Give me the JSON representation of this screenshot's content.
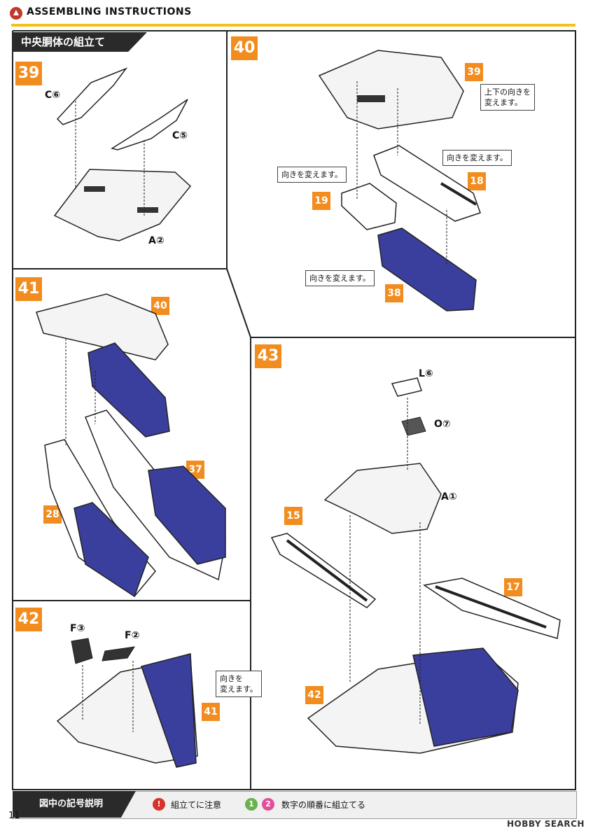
{
  "header": {
    "title": "ASSEMBLING INSTRUCTIONS"
  },
  "section_title": "中央胴体の組立て",
  "steps": {
    "s39": {
      "number": "39",
      "parts": {
        "c6": "C⑥",
        "c5": "C⑤",
        "a2": "A②"
      }
    },
    "s40": {
      "number": "40",
      "ref39": "39",
      "note_top": "上下の向きを\n変えます。",
      "note18": "向きを変えます。",
      "note19": "向きを変えます。",
      "note38": "向きを変えます。",
      "p18": "18",
      "p19": "19",
      "p38": "38"
    },
    "s41": {
      "number": "41",
      "p40": "40",
      "p37": "37",
      "p28": "28"
    },
    "s42": {
      "number": "42",
      "f3": "F③",
      "f2": "F②",
      "note": "向きを\n変えます。",
      "p41": "41"
    },
    "s43": {
      "number": "43",
      "l6": "L⑥",
      "o7": "O⑦",
      "a1": "A①",
      "p15": "15",
      "p17": "17",
      "p42": "42"
    }
  },
  "legend": {
    "title": "図中の記号説明",
    "caution_icon": "!",
    "caution_text": "組立てに注意",
    "order_1": "1",
    "order_2": "2",
    "order_text": "数字の順番に組立てる"
  },
  "page_number": "11",
  "watermark": "HOBBY SEARCH",
  "colors": {
    "accent": "#f28c1e",
    "header_line": "#f3c21a",
    "part_blue": "#3a3f9e",
    "caution_red": "#d8322c",
    "order_green": "#6ab04c",
    "order_pink": "#e0509a"
  }
}
